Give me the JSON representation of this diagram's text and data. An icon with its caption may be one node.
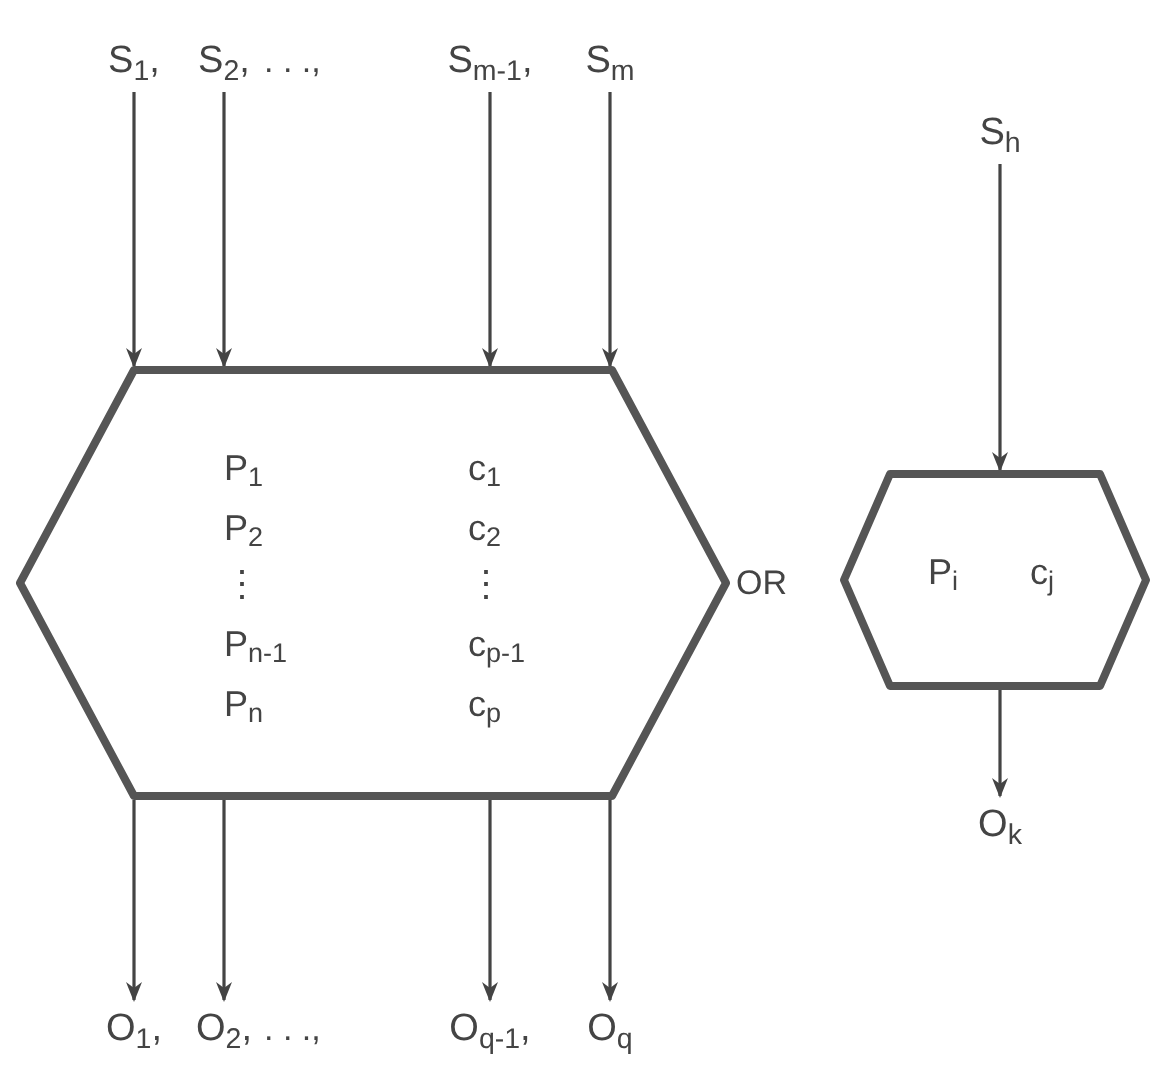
{
  "diagram": {
    "nodes": [
      {
        "text": [
          "P$_{1}$",
          "P$_{2}$",
          "⋮",
          "P$_{n-1}$",
          "P$_{n}$",
          "c$_{1}$",
          "c$_{2}$",
          "⋮",
          "c$_{p-1}$",
          "c$_{p}$"
        ]
      },
      {
        "text": [
          "S$_{1}$,"
        ]
      },
      {
        "text": [
          "S$_{2}$,"
        ]
      },
      {
        "text": [
          "S$_{m-1}$,"
        ]
      },
      {
        "text": [
          "S$_{m}$"
        ]
      },
      {
        "text": [
          "O$_{1}$,"
        ]
      },
      {
        "text": [
          "O$_{2}$,"
        ]
      },
      {
        "text": [
          "O$_{q-1}$,"
        ]
      },
      {
        "text": [
          "O$_{q}$"
        ]
      },
      {
        "text": [
          "P$_{i}$",
          "c$_{j}$"
        ]
      },
      {
        "text": [
          "S$_{h}$"
        ]
      },
      {
        "text": [
          "O$_{k}$"
        ]
      }
    ],
    "edges": [
      {
        "from": 1,
        "to": 0,
        "arrow": "to"
      },
      {
        "from": 2,
        "to": 0,
        "arrow": "to"
      },
      {
        "from": 3,
        "to": 0,
        "arrow": "to"
      },
      {
        "from": 4,
        "to": 0,
        "arrow": "to"
      },
      {
        "from": 0,
        "to": 5,
        "arrow": "to"
      },
      {
        "from": 0,
        "to": 6,
        "arrow": "to"
      },
      {
        "from": 0,
        "to": 7,
        "arrow": "to"
      },
      {
        "from": 0,
        "to": 8,
        "arrow": "to"
      },
      {
        "from": 10,
        "to": 9,
        "arrow": "to"
      },
      {
        "from": 9,
        "to": 11,
        "arrow": "to"
      }
    ],
    "labels": [
      ". . .,",
      ". . .,",
      "OR"
    ]
  }
}
